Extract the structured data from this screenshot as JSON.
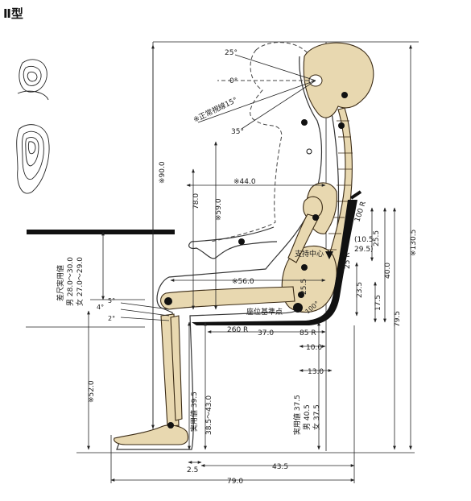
{
  "title": "Ⅱ型",
  "labels": {
    "angle_25": "25°",
    "angle_0": "0°",
    "angle_35": "35°",
    "sight_line": "※正常視線15°",
    "d_90": "※90.0",
    "d_78": "78.0",
    "d_59": "※59.0",
    "d_44": "※44.0",
    "d_56": "※56.0",
    "d_100r": "100 R",
    "d_10_5": "(10.5",
    "d_29_5": "29.5)",
    "d_25r": "25 R",
    "support_center": "支持中心",
    "d_25_5a": "25.5",
    "d_25_5b": "25.5",
    "d_100": "100°",
    "seat_ref": "座位基準点",
    "d_23_5": "23.5",
    "d_17_5": "17.5",
    "d_40": "40.0",
    "d_79_5": "79.5",
    "d_130_5": "※130.5",
    "d_85r": "85 R",
    "d_260r": "260 R",
    "d_10": "10.0",
    "d_37": "37.0",
    "d_13": "13.0",
    "angle_4": "4°",
    "angle_5": "5°",
    "angle_2": "2°",
    "diff_title": "差尺実用値",
    "diff_male": "男 28.0～30.0",
    "diff_female": "女 27.0～29.0",
    "d_52": "※52.0",
    "practical_39_5": "実用値 39.5",
    "range_38_43": "38.5～43.0",
    "practical_37_5": "実用値 37.5",
    "male_40_5": "男 40.5",
    "female_37_5": "女 37.5",
    "d_2_5": "2.5",
    "d_43_5": "43.5",
    "d_79": "79.0"
  }
}
